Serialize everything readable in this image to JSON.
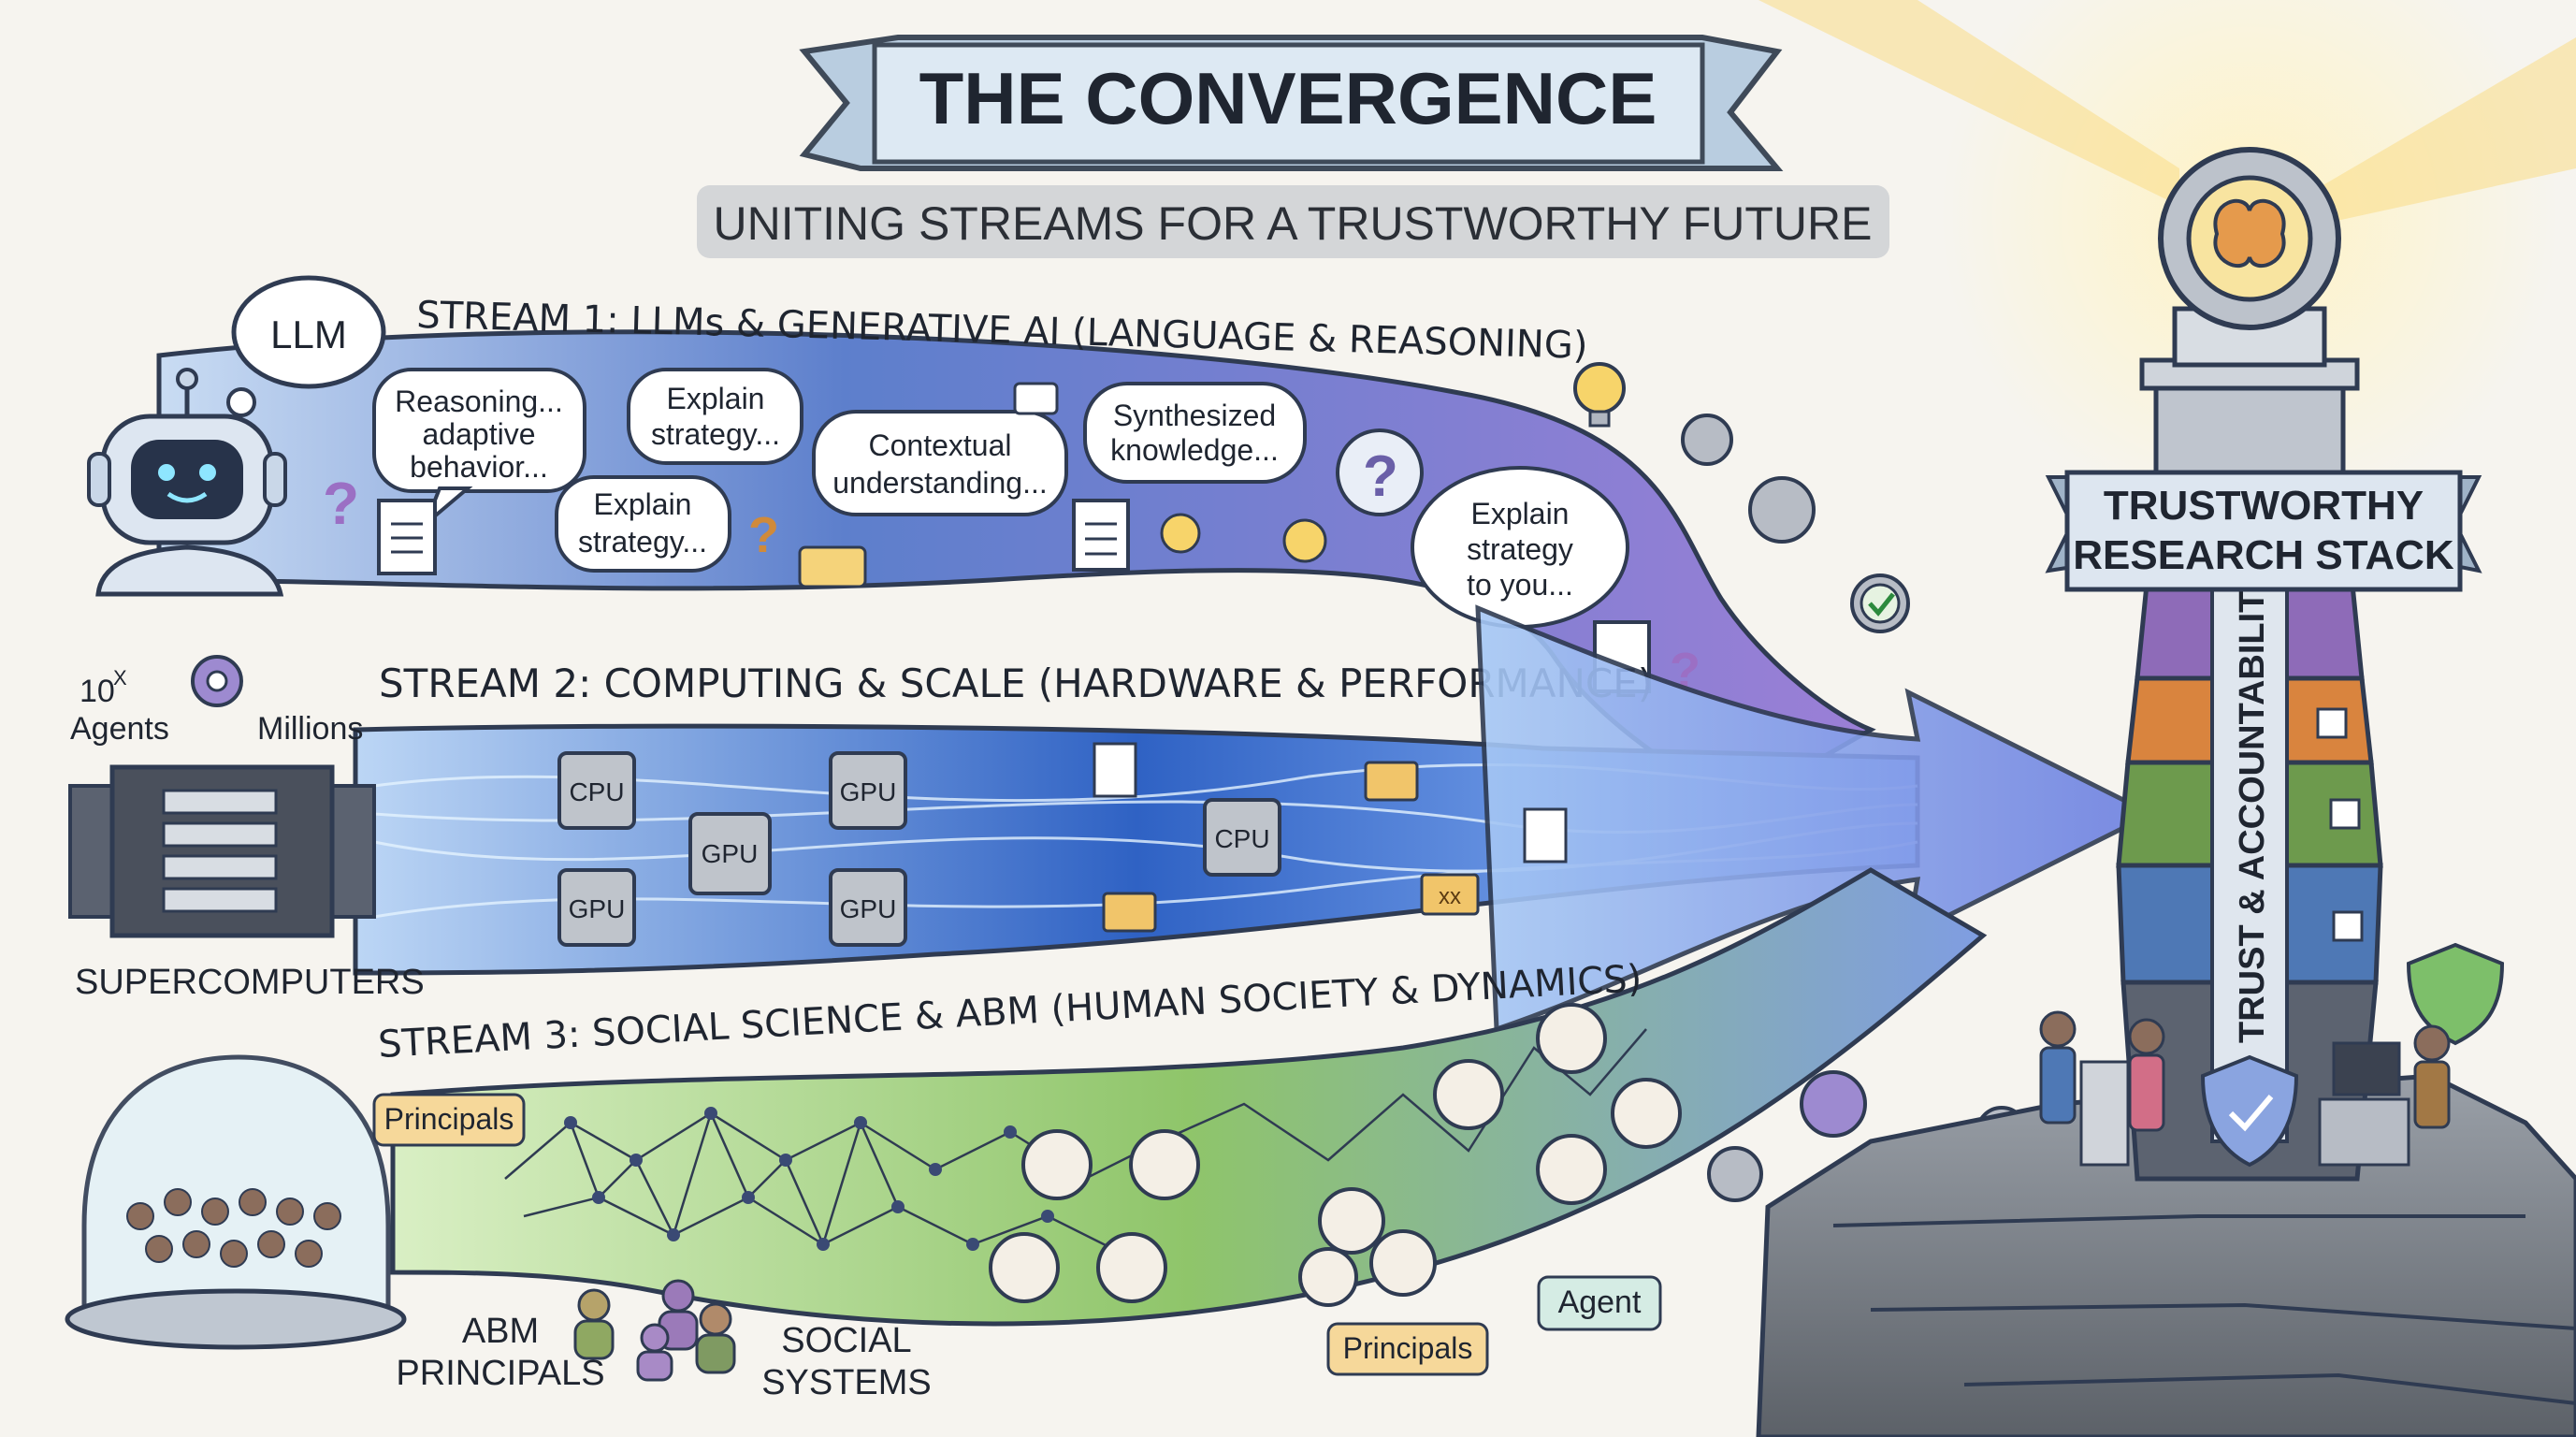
{
  "header": {
    "title": "THE CONVERGENCE",
    "subtitle": "UNITING STREAMS FOR A TRUSTWORTHY FUTURE"
  },
  "stream1": {
    "title": "STREAM 1: LLMs & GENERATIVE AI (LANGUAGE & REASONING)",
    "llm_label": "LLM",
    "bubbles": [
      {
        "line1": "Reasoning...",
        "line2": "adaptive",
        "line3": "behavior..."
      },
      {
        "line1": "Explain",
        "line2": "strategy..."
      },
      {
        "line1": "Explain",
        "line2": "strategy..."
      },
      {
        "line1": "Contextual",
        "line2": "understanding..."
      },
      {
        "line1": "Synthesized",
        "line2": "knowledge..."
      },
      {
        "line1": "Explain",
        "line2": "strategy",
        "line3": "to you..."
      }
    ]
  },
  "stream2": {
    "title": "STREAM 2: COMPUTING & SCALE (HARDWARE & PERFORMANCE)",
    "scale_label": "10",
    "scale_sup": "X",
    "agents_label": "Agents",
    "millions_label": "Millions",
    "supercomputers_label": "SUPERCOMPUTERS",
    "chips": [
      "CPU",
      "GPU",
      "GPU",
      "GPU",
      "GPU",
      "CPU"
    ],
    "folder_tag": "xx"
  },
  "stream3": {
    "title": "STREAM 3: SOCIAL SCIENCE & ABM (HUMAN SOCIETY & DYNAMICS)",
    "principals_tag": "Principals",
    "principals_tag2": "Principals",
    "agent_tag": "Agent",
    "abm_line1": "ABM",
    "abm_line2": "PRINCIPALS",
    "social_line1": "SOCIAL",
    "social_line2": "SYSTEMS"
  },
  "stack": {
    "banner_line1": "TRUSTWORTHY",
    "banner_line2": "RESEARCH STACK",
    "vertical_label": "TRUST & ACCOUNTABILITY",
    "layer_colors": [
      "#8e6bb8",
      "#d9843e",
      "#6d9a4d",
      "#4e78b5",
      "#5c6370"
    ]
  },
  "colors": {
    "stream1": "#6f86c6",
    "stream2": "#4a7bd0",
    "stream3": "#8fbf6a",
    "arrow": "#7d8fe0",
    "beam": "#f7d57a"
  }
}
